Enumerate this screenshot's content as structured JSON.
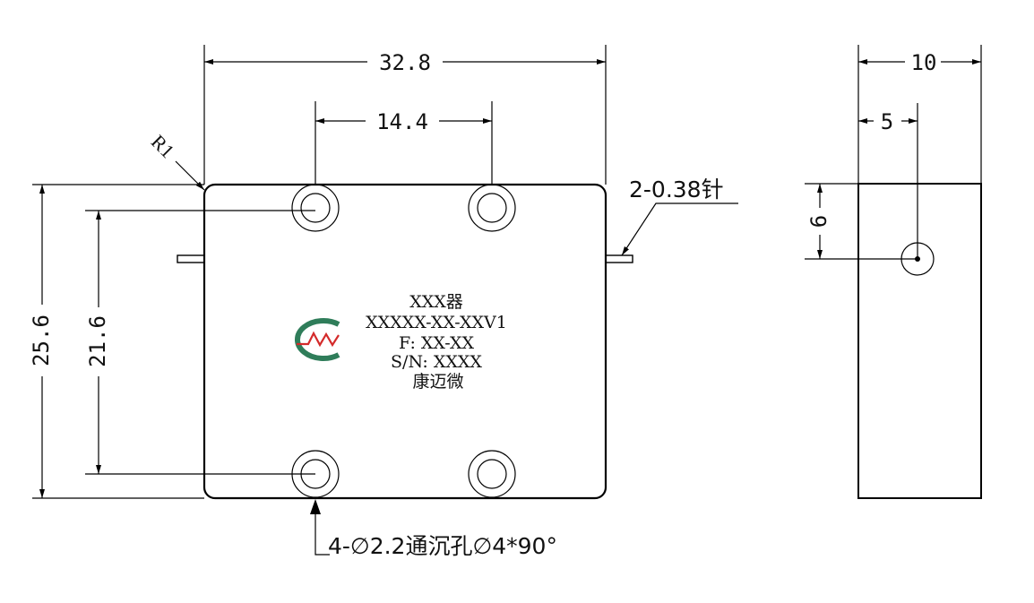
{
  "front_view": {
    "dims": {
      "overall_width": "32.8",
      "hole_spacing_x": "14.4",
      "overall_height": "25.6",
      "hole_spacing_y": "21.6",
      "corner_radius": "R1"
    },
    "pin_note": "2-0.38针",
    "hole_note": "4-∅2.2通沉孔∅4*90°",
    "label": {
      "line1": "XXX器",
      "line2": "XXXXX-XX-XXV1",
      "line3": "F: XX-XX",
      "line4": "S/N: XXXX",
      "line5": "康迈微"
    },
    "logo": {
      "name": "kangmaiwei-logo",
      "colors": {
        "ring": "#2f7d5a",
        "wave": "#d42a2a"
      }
    }
  },
  "side_view": {
    "dims": {
      "width": "10",
      "pin_offset_x": "5",
      "pin_offset_y": "6"
    }
  }
}
